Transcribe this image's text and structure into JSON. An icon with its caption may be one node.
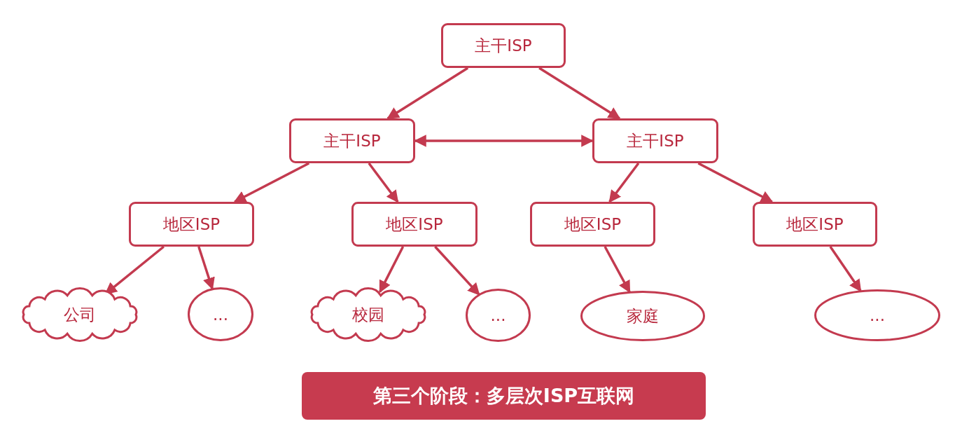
{
  "diagram": {
    "nodes": [
      {
        "text": [
          "主干ISP"
        ]
      },
      {
        "text": [
          "主干ISP"
        ]
      },
      {
        "text": [
          "主干ISP"
        ]
      },
      {
        "text": [
          "地区ISP"
        ]
      },
      {
        "text": [
          "地区ISP"
        ]
      },
      {
        "text": [
          "地区ISP"
        ]
      },
      {
        "text": [
          "地区ISP"
        ]
      },
      {
        "text": [
          "公司"
        ]
      },
      {
        "text": [
          "..."
        ]
      },
      {
        "text": [
          "校园"
        ]
      },
      {
        "text": [
          "..."
        ]
      },
      {
        "text": [
          "家庭"
        ]
      },
      {
        "text": [
          "..."
        ]
      },
      {
        "text": [
          "第三个阶段：多层次ISP互联网"
        ]
      }
    ],
    "edges": [
      {
        "from": 0,
        "to": 1,
        "arrow": "to"
      },
      {
        "from": 0,
        "to": 2,
        "arrow": "to"
      },
      {
        "from": 1,
        "to": 2,
        "arrow": "both"
      },
      {
        "from": 1,
        "to": 3,
        "arrow": "to"
      },
      {
        "from": 1,
        "to": 4,
        "arrow": "to"
      },
      {
        "from": 2,
        "to": 5,
        "arrow": "to"
      },
      {
        "from": 2,
        "to": 6,
        "arrow": "to"
      },
      {
        "from": 3,
        "to": 7,
        "arrow": "to"
      },
      {
        "from": 3,
        "to": 8,
        "arrow": "to"
      },
      {
        "from": 4,
        "to": 9,
        "arrow": "to"
      },
      {
        "from": 4,
        "to": 10,
        "arrow": "to"
      },
      {
        "from": 5,
        "to": 11,
        "arrow": "to"
      },
      {
        "from": 6,
        "to": 12,
        "arrow": "to"
      }
    ]
  }
}
